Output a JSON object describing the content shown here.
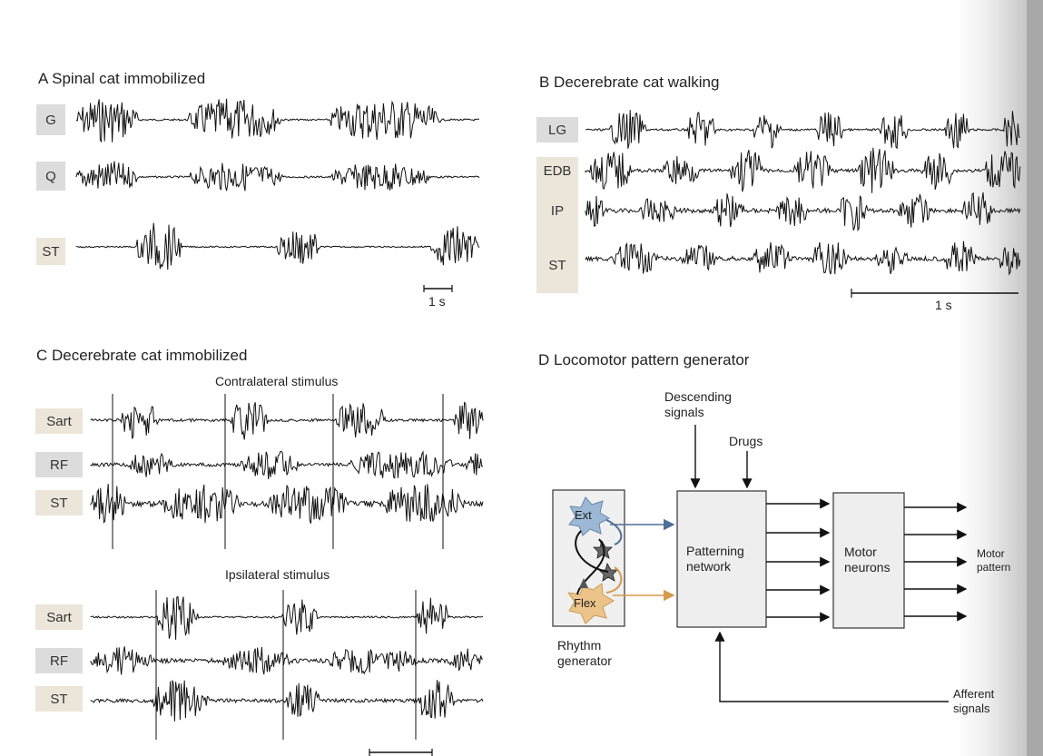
{
  "panelA": {
    "title": "A  Spinal cat immobilized",
    "labels": [
      "G",
      "Q",
      "ST"
    ],
    "scale": "1 s"
  },
  "panelB": {
    "title": "B  Decerebrate cat walking",
    "labels": [
      "LG",
      "EDB",
      "IP",
      "ST"
    ],
    "scale": "1 s"
  },
  "panelC": {
    "title": "C  Decerebrate cat immobilized",
    "contra": "Contralateral stimulus",
    "ipsi": "Ipsilateral stimulus",
    "labels_top": [
      "Sart",
      "RF",
      "ST"
    ],
    "labels_bottom": [
      "Sart",
      "RF",
      "ST"
    ]
  },
  "panelD": {
    "title": "D  Locomotor pattern generator",
    "descending": "Descending\nsignals",
    "drugs": "Drugs",
    "ext": "Ext",
    "flex": "Flex",
    "rhythm": "Rhythm\ngenerator",
    "patterning": "Patterning\nnetwork",
    "motor_neurons": "Motor\nneurons",
    "motor_pattern": "Motor\npattern",
    "afferent": "Afferent\nsignals"
  },
  "colors": {
    "ext_blue": "#9cb8d6",
    "flex_orange": "#ecc48a",
    "arrow_blue": "#4f6f99",
    "arrow_orange": "#d69a4a"
  }
}
